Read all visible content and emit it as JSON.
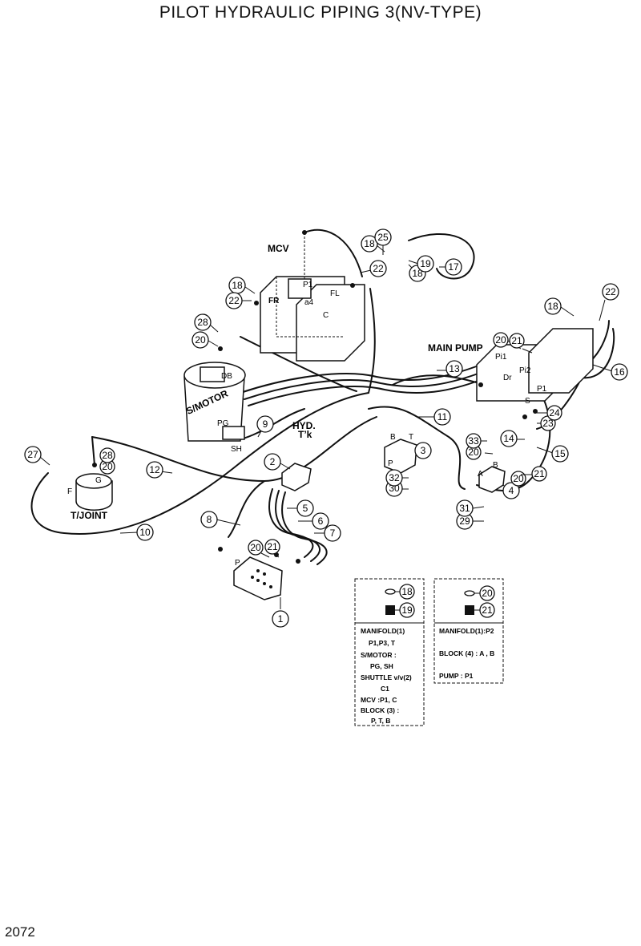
{
  "title": "PILOT HYDRAULIC PIPING 3(NV-TYPE)",
  "page_number": "2072",
  "component_labels": {
    "mcv": "MCV",
    "main_pump": "MAIN PUMP",
    "s_motor": "S/MOTOR",
    "t_joint": "T/JOINT",
    "hyd_t": "HYD.",
    "hyd_t2": "T’k"
  },
  "port_labels": {
    "fr": "FR",
    "fl": "FL",
    "p1": "P1",
    "c": "C",
    "a4": "a4",
    "db": "DB",
    "pg": "PG",
    "sh": "SH",
    "f": "F",
    "g": "G",
    "pi1": "Pi1",
    "pi2": "Pi2",
    "dr": "Dr",
    "p1_pump": "P1",
    "s": "S",
    "b3": "B",
    "t3": "T",
    "p3": "P",
    "a4blk": "A",
    "b4blk": "B",
    "p_manifold": "P"
  },
  "callouts": [
    "1",
    "2",
    "3",
    "4",
    "5",
    "6",
    "7",
    "8",
    "9",
    "10",
    "11",
    "12",
    "13",
    "14",
    "15",
    "16",
    "17",
    "18",
    "18",
    "18",
    "18",
    "19",
    "20",
    "20",
    "20",
    "20",
    "20",
    "21",
    "21",
    "21",
    "22",
    "22",
    "22",
    "23",
    "24",
    "25",
    "27",
    "28",
    "28",
    "29",
    "30",
    "31",
    "32",
    "33"
  ],
  "legend": {
    "left": {
      "items": [
        {
          "num": "18"
        },
        {
          "num": "19"
        }
      ],
      "lines": [
        "MANIFOLD(1)",
        "P1,P3, T",
        "S/MOTOR :",
        "PG, SH",
        "SHUTTLE v/v(2)",
        "C1",
        "MCV :P1, C",
        "BLOCK (3) :",
        "P, T, B"
      ]
    },
    "right": {
      "items": [
        {
          "num": "20"
        },
        {
          "num": "21"
        }
      ],
      "lines": [
        "MANIFOLD(1):P2",
        "BLOCK (4) : A , B",
        "PUMP : P1"
      ]
    }
  }
}
